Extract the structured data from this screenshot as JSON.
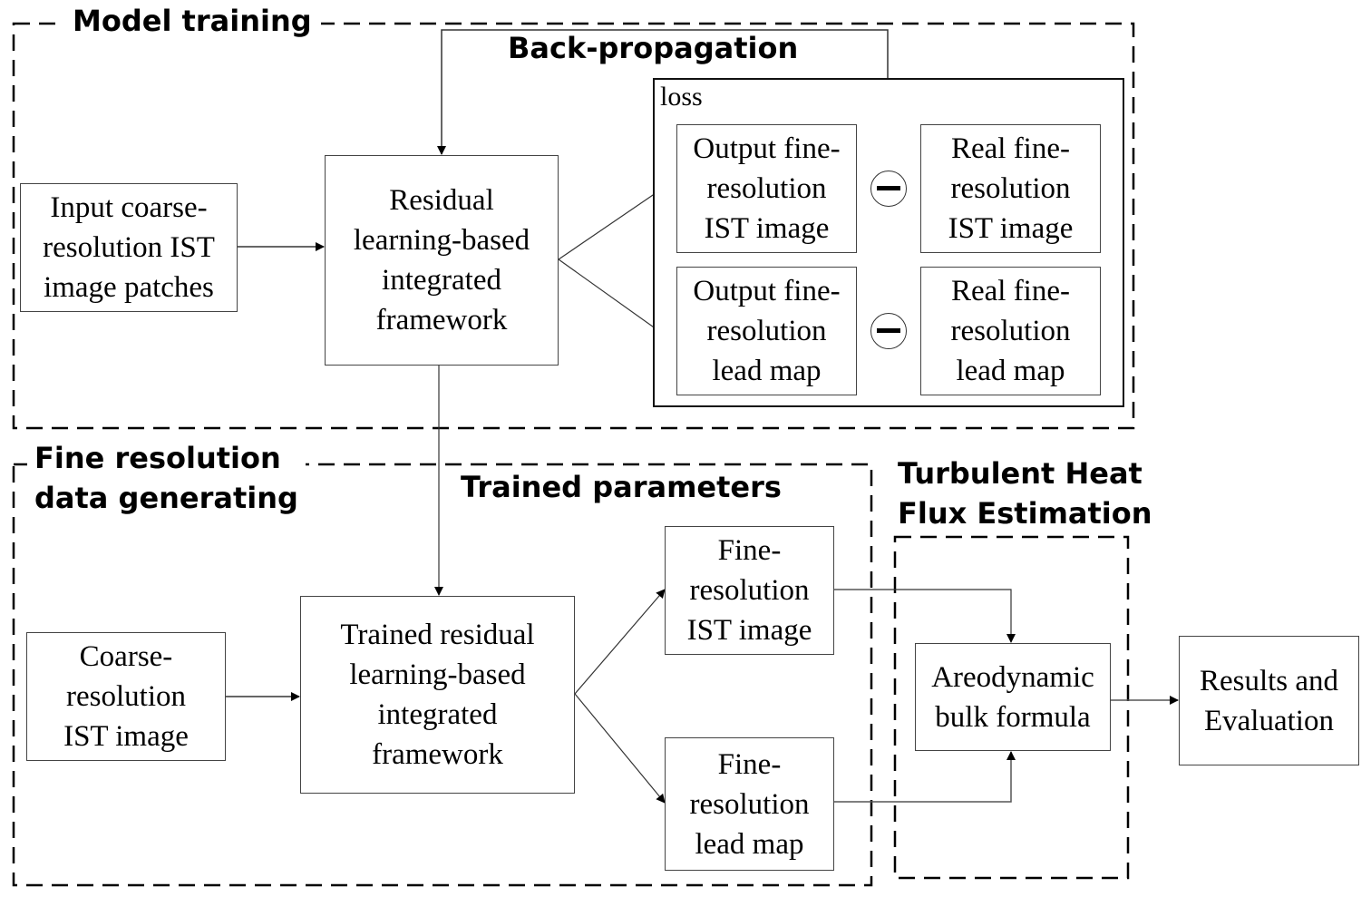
{
  "sections": {
    "model_training": "Model training",
    "back_propagation": "Back-propagation",
    "fine_resolution_generating": "Fine resolution\ndata generating",
    "trained_parameters": "Trained parameters",
    "turbulent_heat_flux": "Turbulent Heat\nFlux Estimation"
  },
  "loss": {
    "label": "loss",
    "output_ist": "Output fine-\nresolution\nIST image",
    "real_ist": "Real fine-\nresolution\nIST image",
    "output_lead": "Output fine-\nresolution\nlead map",
    "real_lead": "Real fine-\nresolution\nlead map",
    "operator": "minus"
  },
  "nodes": {
    "input_coarse": "Input coarse-\nresolution IST\nimage patches",
    "residual_framework": "Residual\nlearning-based\nintegrated\nframework",
    "coarse_ist": "Coarse-\nresolution\nIST image",
    "trained_framework": "Trained residual\nlearning-based\nintegrated\nframework",
    "fine_ist": "Fine-\nresolution\nIST image",
    "fine_lead": "Fine-\nresolution\nlead map",
    "bulk_formula": "Areodynamic\nbulk formula",
    "results": "Results and\nEvaluation"
  }
}
